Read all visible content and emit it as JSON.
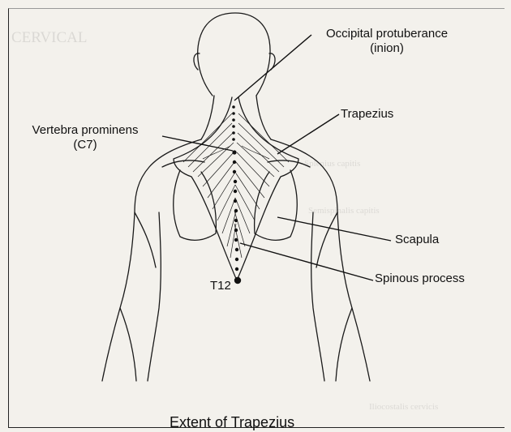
{
  "labels": {
    "occipital_line1": "Occipital protuberance",
    "occipital_line2": "(inion)",
    "trapezius": "Trapezius",
    "vertebra_line1": "Vertebra prominens",
    "vertebra_line2": "(C7)",
    "scapula": "Scapula",
    "spinous": "Spinous process",
    "t12": "T12"
  },
  "caption": "Extent of Trapezius",
  "background_text": {
    "cervical": "CERVICAL",
    "splenius": "Splenius capitis",
    "semispinalis": "Semispinalis capitis",
    "iliocostalis": "Iliocostalis cervicis"
  }
}
